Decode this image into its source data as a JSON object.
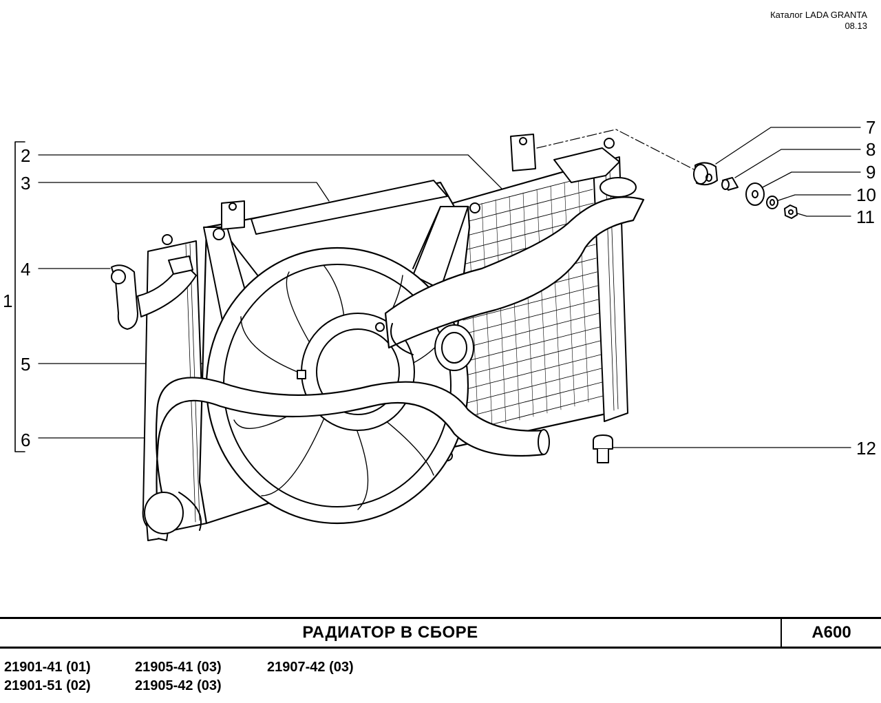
{
  "catalog": {
    "title": "Каталог  LADA GRANTA",
    "date": "08.13"
  },
  "callouts": [
    "1",
    "2",
    "3",
    "4",
    "5",
    "6",
    "7",
    "8",
    "9",
    "10",
    "11",
    "12"
  ],
  "title_block": {
    "title": "РАДИАТОР  В  СБОРЕ",
    "code": "А600"
  },
  "applicability": [
    "21901-41 (01)",
    "21905-41 (03)",
    "21907-42 (03)",
    "21901-51 (02)",
    "21905-42 (03)"
  ]
}
